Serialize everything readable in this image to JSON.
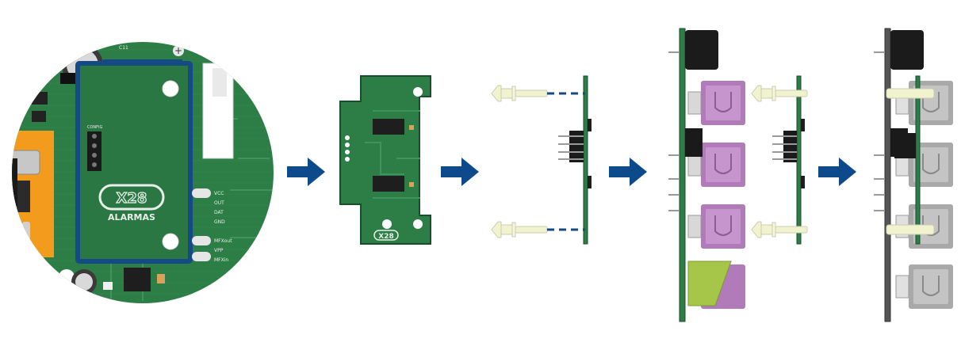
{
  "colors": {
    "pcb": "#2d7d46",
    "pcb_dark": "#1f6a38",
    "pcb_edge": "#174f2a",
    "arrow": "#0d4a8c",
    "outline": "#164a86",
    "orange": "#f39b1c",
    "purple": "#b07bb8",
    "lime": "#a6c64a",
    "spacer": "#f1f3cf",
    "gray": "#a9a9a9"
  },
  "main_board": {
    "logo": "X28",
    "brand": "ALARMAS",
    "header_label": "CONFIG",
    "cap_label": "C11",
    "pins": [
      "VCC",
      "OUT",
      "DAT",
      "GND",
      "MFXout",
      "VPP",
      "MFXin"
    ]
  },
  "module": {
    "logo": "X28"
  },
  "icons": [
    "arrow-right-icon",
    "arrow-right-icon",
    "arrow-right-icon",
    "arrow-right-icon"
  ]
}
